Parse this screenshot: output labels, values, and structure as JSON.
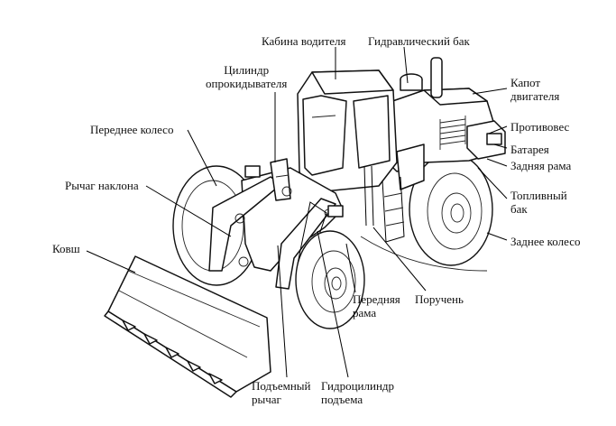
{
  "labels": {
    "cab": "Кабина водителя",
    "hydraulic_tank": "Гидравлический бак",
    "tilt_cylinder": [
      "Цилиндр",
      "опрокидывателя"
    ],
    "engine_hood": [
      "Капот",
      "двигателя"
    ],
    "front_wheel": "Переднее колесо",
    "counterweight": "Противовес",
    "battery": "Батарея",
    "rear_frame": "Задняя рама",
    "tilt_lever": "Рычаг наклона",
    "fuel_tank": [
      "Топливный",
      "бак"
    ],
    "bucket": "Ковш",
    "rear_wheel": "Заднее колесо",
    "front_frame": [
      "Передняя",
      "рама"
    ],
    "handrail": "Поручень",
    "lift_arm": [
      "Подъемный",
      "рычаг"
    ],
    "lift_cylinder": [
      "Гидроцилиндр",
      "подъема"
    ]
  }
}
